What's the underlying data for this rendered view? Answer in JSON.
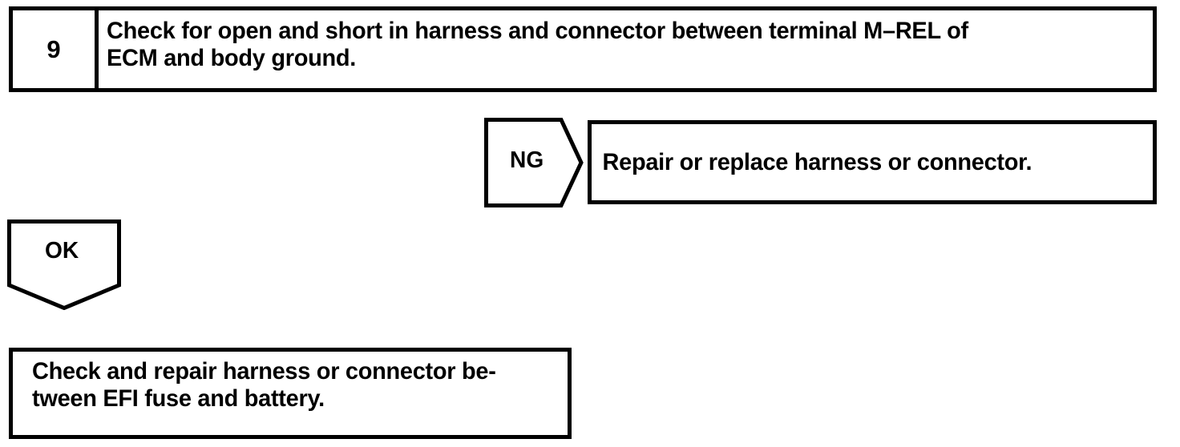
{
  "diagram": {
    "type": "troubleshooting-flowchart",
    "background_color": "#ffffff",
    "line_color": "#000000",
    "text_color": "#000000"
  },
  "step": {
    "number": "9",
    "instruction": "Check for open and short in harness and connector between terminal M–REL of\nECM and body ground."
  },
  "branch_ng": {
    "label": "NG",
    "result_text": "Repair or replace harness or connector."
  },
  "branch_ok": {
    "label": "OK",
    "result_text": "Check and repair harness or connector be-\ntween EFI fuse and battery."
  }
}
